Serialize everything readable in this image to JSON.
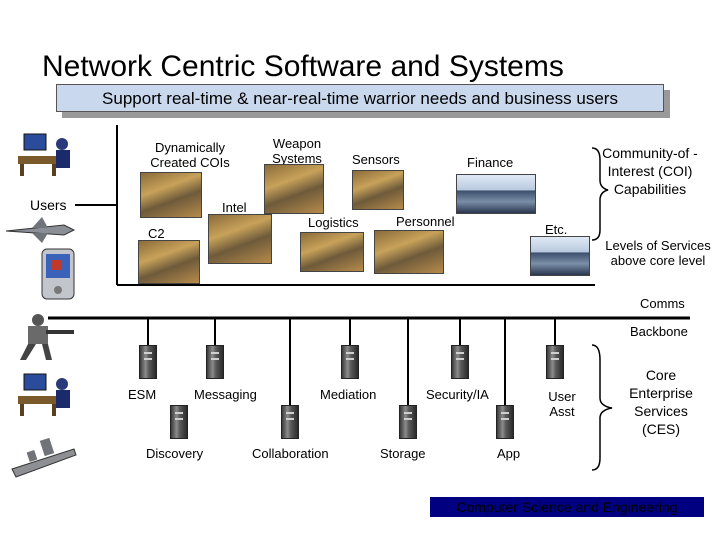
{
  "title": "Network Centric Software and Systems",
  "subtitle": "Support real-time & near-real-time warrior needs and business users",
  "top_layer": {
    "dynamically_created_cois": "Dynamically Created COIs",
    "weapon_systems": "Weapon Systems",
    "sensors": "Sensors",
    "finance": "Finance",
    "users": "Users",
    "intel": "Intel",
    "c2": "C2",
    "logistics": "Logistics",
    "personnel": "Personnel",
    "etc": "Etc."
  },
  "right_labels": {
    "coi_capabilities": "Community-of -Interest (COI) Capabilities",
    "levels_of_services": "Levels of Services above core level",
    "comms": "Comms",
    "backbone": "Backbone",
    "ces": "Core Enterprise Services (CES)"
  },
  "services": {
    "esm": "ESM",
    "messaging": "Messaging",
    "mediation": "Mediation",
    "security_ia": "Security/IA",
    "user_asst": "User Asst",
    "discovery": "Discovery",
    "collaboration": "Collaboration",
    "storage": "Storage",
    "app": "App"
  },
  "footer": "Computer Science and Engineering",
  "colors": {
    "subtitle_bg": "#c9d8ec",
    "footer_bg": "#000080",
    "line": "#000000"
  }
}
